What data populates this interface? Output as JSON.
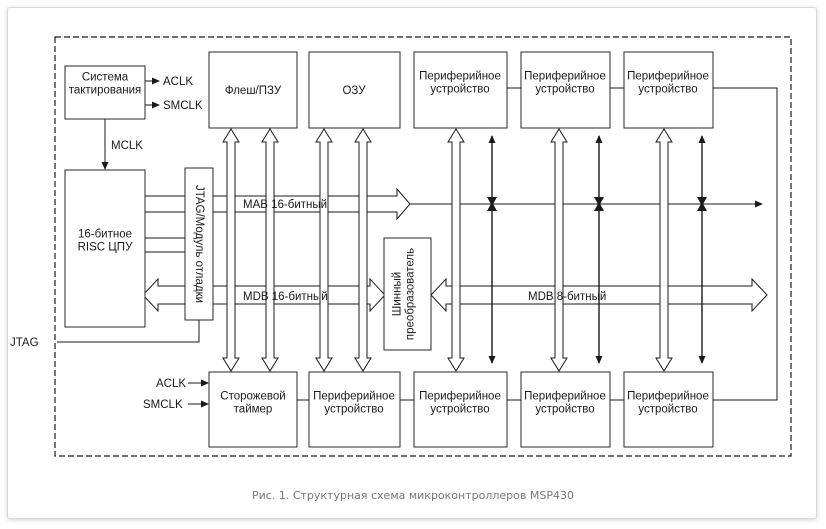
{
  "diagram": {
    "clock_system": "Система тактирования",
    "aclk": "ACLK",
    "smclk": "SMCLK",
    "mclk": "MCLK",
    "cpu": "16-битное RISC ЦПУ",
    "jtag_module": "JTAG/Модуль отладки",
    "jtag": "JTAG",
    "flash": "Флеш/ПЗУ",
    "ram": "ОЗУ",
    "peripheral": "Периферийное устройство",
    "mab": "MAB 16-битный",
    "mdb16": "MDB 16-битный",
    "mdb8": "MDB 8-битный",
    "bus_converter": "Шинный преобразователь",
    "watchdog": "Сторожевой таймер"
  },
  "caption": "Рис. 1. Структурная схема микроконтроллеров MSP430",
  "colors": {
    "line": "#1a1a1a",
    "box_border": "#2a2a2a",
    "frame": "#d9d9d9",
    "caption": "#777777"
  }
}
